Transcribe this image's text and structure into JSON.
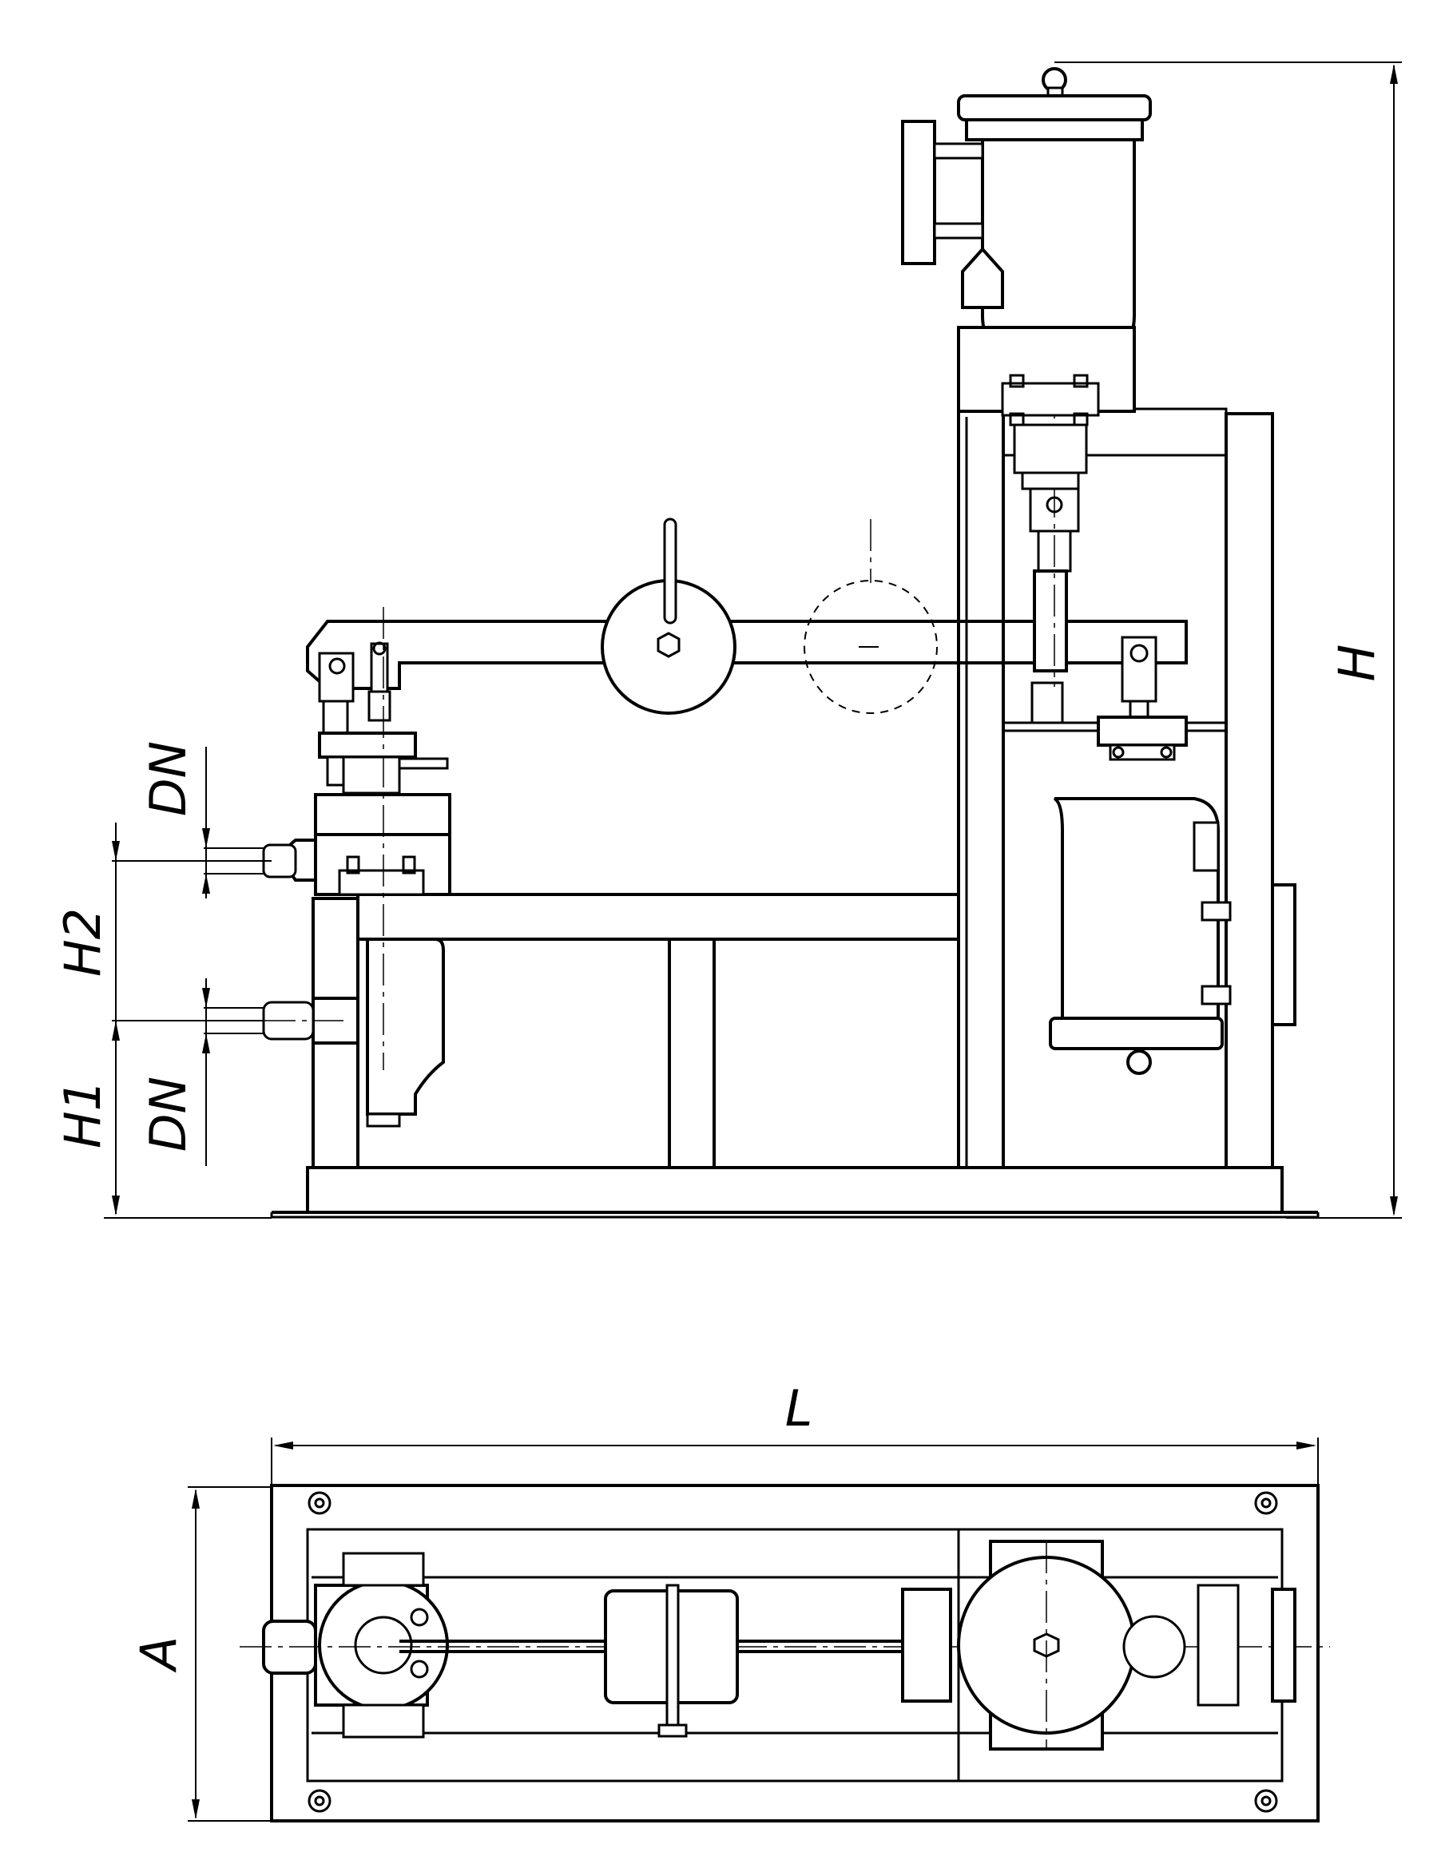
{
  "drawing": {
    "labels": {
      "height_total": "H",
      "height_outlet": "H2",
      "height_inlet": "H1",
      "nominal_diameter_top": "DN",
      "nominal_diameter_bottom": "DN",
      "length": "L",
      "width": "A"
    }
  }
}
